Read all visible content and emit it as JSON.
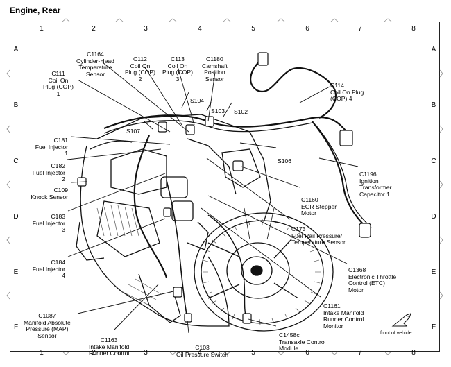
{
  "page_title": "Engine,  Rear",
  "grid": {
    "columns": [
      "1",
      "2",
      "3",
      "4",
      "5",
      "6",
      "7",
      "8"
    ],
    "rows": [
      "A",
      "B",
      "C",
      "D",
      "E",
      "F"
    ]
  },
  "callouts": {
    "c111": [
      "C111",
      "Coil On",
      "Plug (COP)",
      "1"
    ],
    "c1164": [
      "C1164",
      "Cylinder-Head",
      "Temperature",
      "Sensor"
    ],
    "c112": [
      "C112",
      "Coil On",
      "Plug (COP)",
      "2"
    ],
    "c113": [
      "C113",
      "Coil On",
      "Plug (COP)",
      "3"
    ],
    "c1180": [
      "C1180",
      "Camshaft",
      "Position",
      "Sensor"
    ],
    "c114": [
      "C114",
      "Coil On Plug",
      "(COP) 4"
    ],
    "s104": [
      "S104"
    ],
    "s103": [
      "S103"
    ],
    "s102": [
      "S102"
    ],
    "s107": [
      "S107"
    ],
    "s106": [
      "S106"
    ],
    "c181": [
      "C181",
      "Fuel Injector",
      "1"
    ],
    "c182": [
      "C182",
      "Fuel Injector",
      "2"
    ],
    "c109": [
      "C109",
      "Knock Sensor"
    ],
    "c183": [
      "C183",
      "Fuel Injector",
      "3"
    ],
    "c184": [
      "C184",
      "Fuel Injector",
      "4"
    ],
    "c1087": [
      "C1087",
      "Manifold Absolute",
      "Pressure (MAP)",
      "Sensor"
    ],
    "c1163": [
      "C1163",
      "Intake Manifold",
      "Runner Control"
    ],
    "c103": [
      "C103",
      "Oil Pressure Switch"
    ],
    "c1458c": [
      "C1458c",
      "Transaxle Control",
      "Module"
    ],
    "c1161": [
      "C1161",
      "Intake Manifold",
      "Runner Control",
      "Monitor"
    ],
    "c1368": [
      "C1368",
      "Electronic Throttle",
      "Control (ETC)",
      "Motor"
    ],
    "c173": [
      "C173",
      "Fuel Rail Pressure/",
      "Temperature Sensor"
    ],
    "c1160": [
      "C1160",
      "EGR Stepper",
      "Motor"
    ],
    "c1196": [
      "C1196",
      "Ignition",
      "Transformer",
      "Capacitor 1"
    ]
  },
  "front_of_vehicle": "front of vehicle"
}
